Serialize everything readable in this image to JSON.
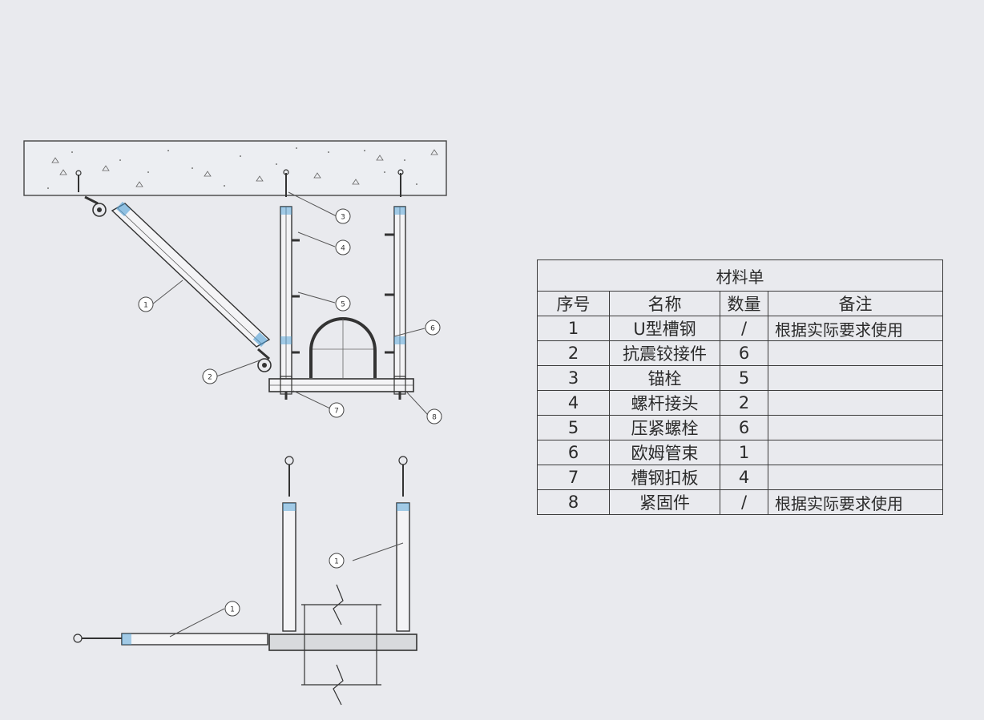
{
  "bom": {
    "title": "材料单",
    "headers": [
      "序号",
      "名称",
      "数量",
      "备注"
    ],
    "rows": [
      {
        "no": "1",
        "name": "U型槽钢",
        "qty": "/",
        "note": "根据实际要求使用"
      },
      {
        "no": "2",
        "name": "抗震铰接件",
        "qty": "6",
        "note": ""
      },
      {
        "no": "3",
        "name": "锚栓",
        "qty": "5",
        "note": ""
      },
      {
        "no": "4",
        "name": "螺杆接头",
        "qty": "2",
        "note": ""
      },
      {
        "no": "5",
        "name": "压紧螺栓",
        "qty": "6",
        "note": ""
      },
      {
        "no": "6",
        "name": "欧姆管束",
        "qty": "1",
        "note": ""
      },
      {
        "no": "7",
        "name": "槽钢扣板",
        "qty": "4",
        "note": ""
      },
      {
        "no": "8",
        "name": "紧固件",
        "qty": "/",
        "note": "根据实际要求使用"
      }
    ]
  },
  "callouts": {
    "c1": "1",
    "c2": "2",
    "c3": "3",
    "c4": "4",
    "c5": "5",
    "c6": "6",
    "c7": "7",
    "c8": "8",
    "plan_c1a": "1",
    "plan_c1b": "1"
  }
}
